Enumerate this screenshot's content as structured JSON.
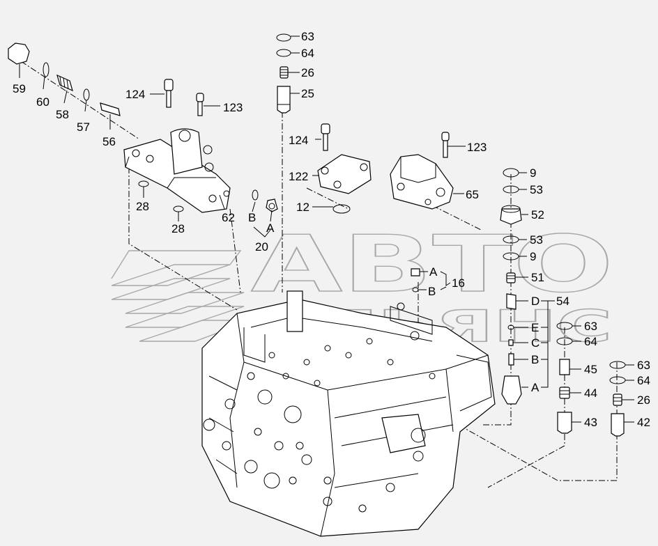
{
  "watermark": {
    "line1": "АВТО",
    "line2": "АЛЬЯНС"
  },
  "callouts": {
    "c59": "59",
    "c60": "60",
    "c58": "58",
    "c57": "57",
    "c56": "56",
    "c124a": "124",
    "c123a": "123",
    "c28a": "28",
    "c28b": "28",
    "c62": "62",
    "cBa": "B",
    "cAa": "A",
    "c20": "20",
    "c63a": "63",
    "c64a": "64",
    "c26a": "26",
    "c25": "25",
    "c124b": "124",
    "c122": "122",
    "c12": "12",
    "c123b": "123",
    "c65": "65",
    "cAb": "A",
    "cBb": "B",
    "c16": "16",
    "c9a": "9",
    "c53a": "53",
    "c52": "52",
    "c53b": "53",
    "c9b": "9",
    "c51": "51",
    "cD": "D",
    "c54": "54",
    "cE": "E",
    "cC": "C",
    "cBc": "B",
    "cAc": "A",
    "c63b": "63",
    "c64b": "64",
    "c45": "45",
    "c44": "44",
    "c43": "43",
    "c63c": "63",
    "c64c": "64",
    "c26b": "26",
    "c42": "42"
  }
}
